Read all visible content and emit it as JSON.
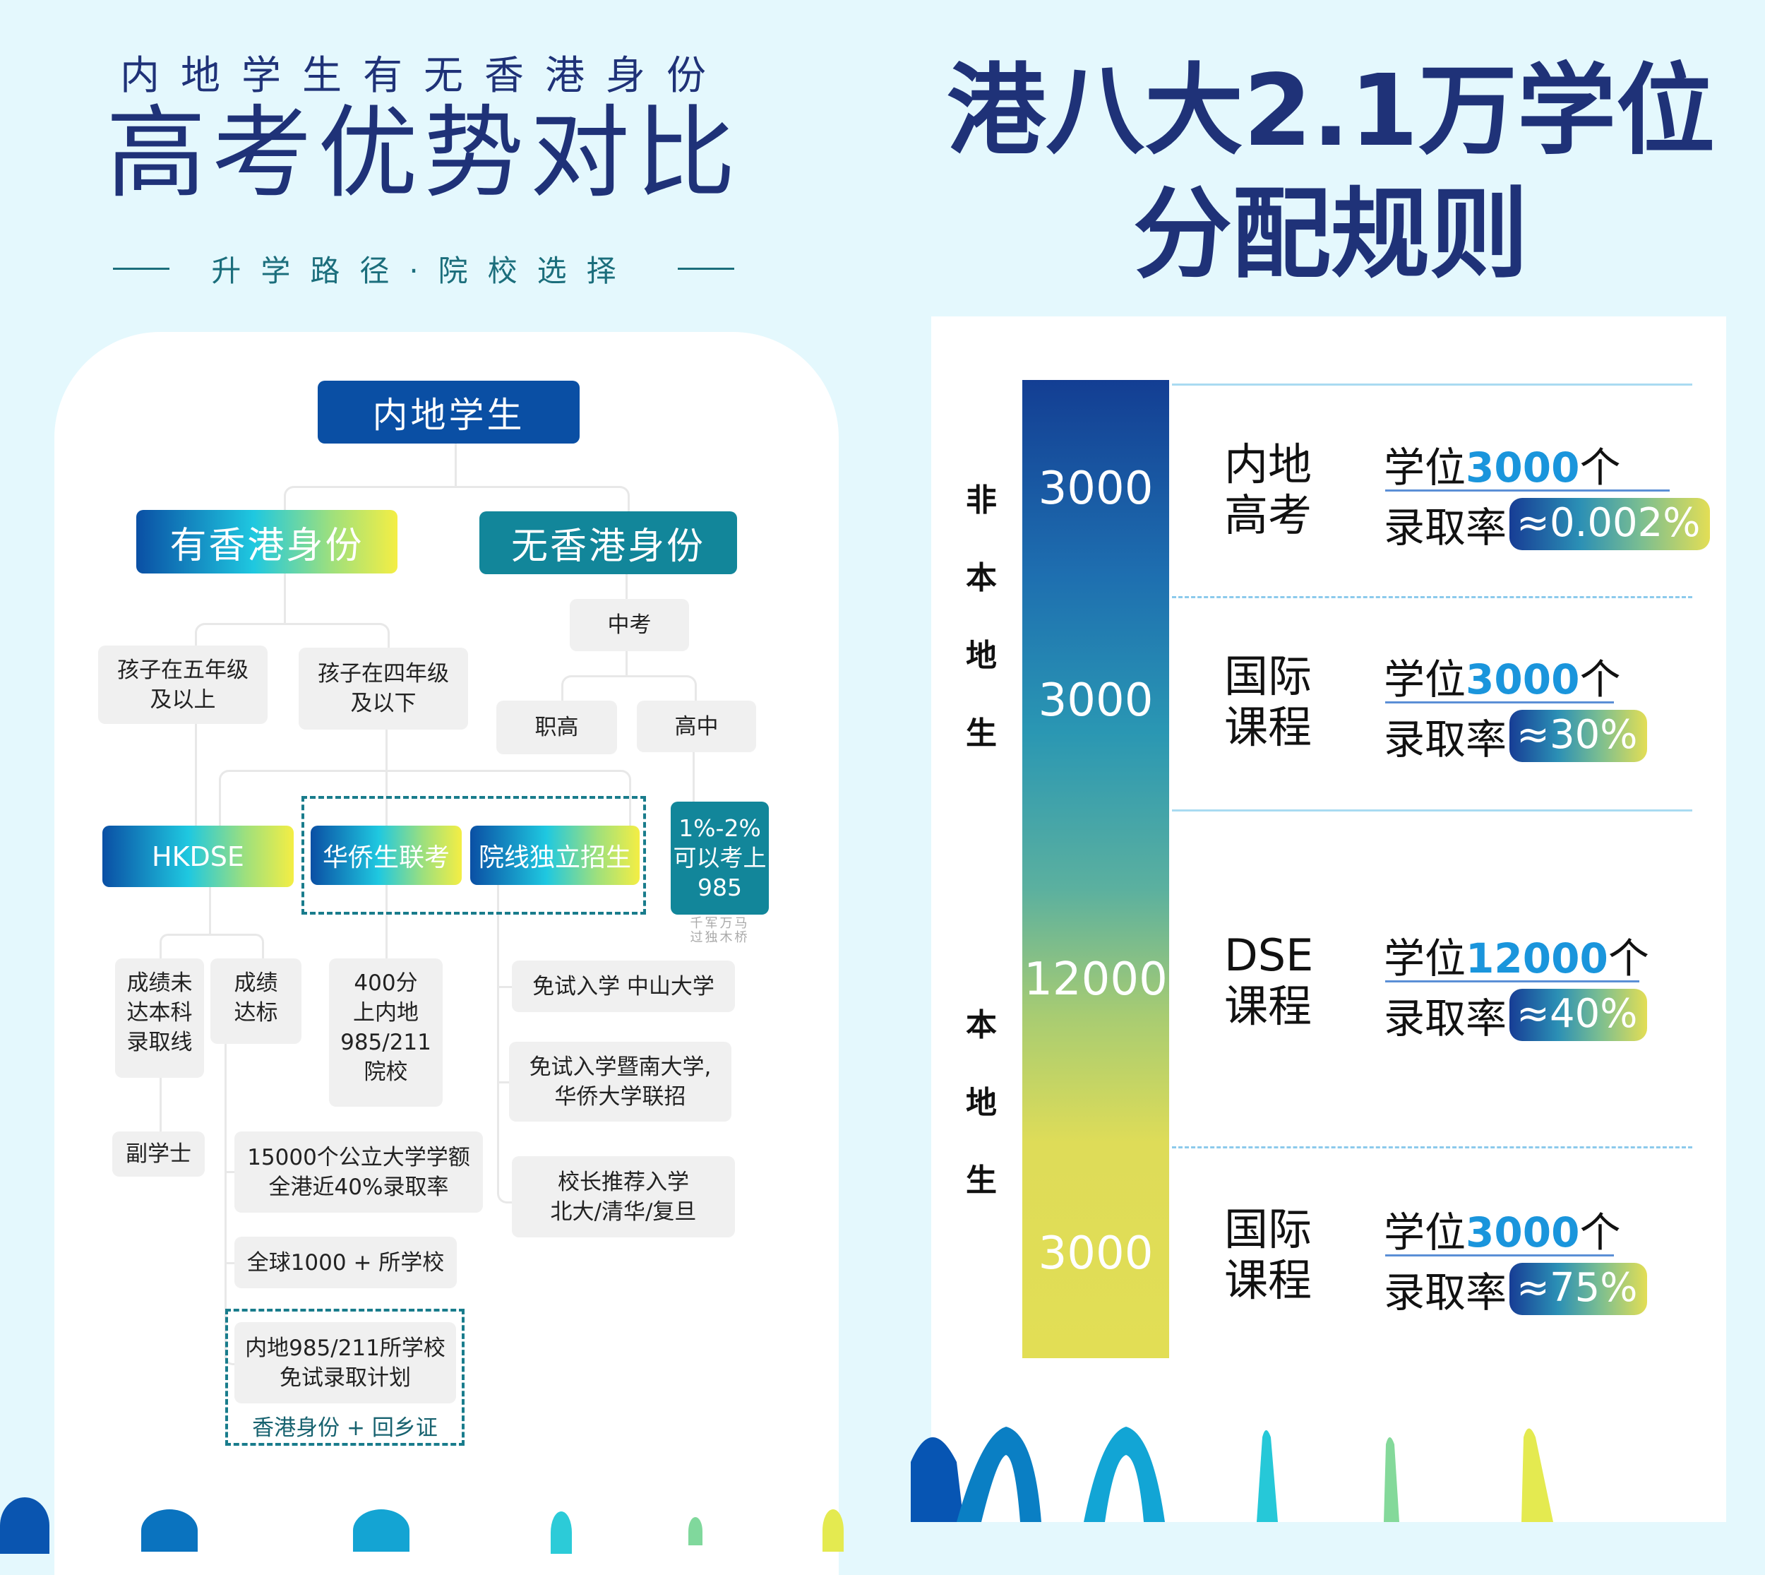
{
  "left_header": {
    "subtitle": "内地学生有无香港身份",
    "title": "高考优势对比",
    "tagline": "升学路径·院校选择"
  },
  "right_header": {
    "title_line1": "港八大2.1万学位",
    "title_line2": "分配规则"
  },
  "flowchart": {
    "root": "内地学生",
    "branch_hk": "有香港身份",
    "branch_no_hk": "无香港身份",
    "zhongkao": "中考",
    "grade5_line1": "孩子在五年级",
    "grade5_line2": "及以上",
    "grade4_line1": "孩子在四年级",
    "grade4_line2": "及以下",
    "vocational": "职高",
    "high_school": "高中",
    "hkdse": "HKDSE",
    "overseas_exam": "华侨生联考",
    "independent": "院线独立招生",
    "gaokao_rate_line1": "1%-2%",
    "gaokao_rate_line2": "可以考上",
    "gaokao_rate_line3": "985",
    "gaokao_note_line1": "千军万马",
    "gaokao_note_line2": "过独木桥",
    "below_line1": "成绩未",
    "below_line2": "达本科",
    "below_line3": "录取线",
    "meet_line1": "成绩",
    "meet_line2": "达标",
    "score_line1": "400分",
    "score_line2": "上内地",
    "score_line3": "985/211",
    "score_line4": "院校",
    "sysu": "免试入学 中山大学",
    "jinan_line1": "免试入学暨南大学,",
    "jinan_line2": "华侨大学联招",
    "principal_line1": "校长推荐入学",
    "principal_line2": "北大/清华/复旦",
    "associate": "副学士",
    "public_line1": "15000个公立大学学额",
    "public_line2": "全港近40%录取率",
    "global": "全球1000 + 所学校",
    "exempt_line1": "内地985/211所学校",
    "exempt_line2": "免试录取计划",
    "exempt_note": "香港身份 + 回乡证"
  },
  "allocation": {
    "groups": [
      {
        "label": [
          "非",
          "本",
          "地",
          "生"
        ]
      },
      {
        "label": [
          "本",
          "地",
          "生"
        ]
      }
    ],
    "rows": [
      {
        "bar_value": "3000",
        "cat_line1": "内地",
        "cat_line2": "高考",
        "seat_prefix": "学位",
        "seats": "3000",
        "seat_suffix": "个",
        "rate_label": "录取率",
        "rate": "≈0.002%"
      },
      {
        "bar_value": "3000",
        "cat_line1": "国际",
        "cat_line2": "课程",
        "seat_prefix": "学位",
        "seats": "3000",
        "seat_suffix": "个",
        "rate_label": "录取率",
        "rate": "≈30%"
      },
      {
        "bar_value": "12000",
        "cat_line1": "DSE",
        "cat_line2": "课程",
        "seat_prefix": "学位",
        "seats": "12000",
        "seat_suffix": "个",
        "rate_label": "录取率",
        "rate": "≈40%"
      },
      {
        "bar_value": "3000",
        "cat_line1": "国际",
        "cat_line2": "课程",
        "seat_prefix": "学位",
        "seats": "3000",
        "seat_suffix": "个",
        "rate_label": "录取率",
        "rate": "≈75%"
      }
    ]
  },
  "colors": {
    "background": "#e4f8fd",
    "navy_title": "#1f3278",
    "teal": "#1b6e7c",
    "root_blue": "#0a4fa4",
    "teal_node": "#12869a",
    "number_blue": "#1a95dc",
    "gradient": [
      "#0a4fa4",
      "#1fc8e0",
      "#9fe07c",
      "#f4ee44"
    ]
  }
}
